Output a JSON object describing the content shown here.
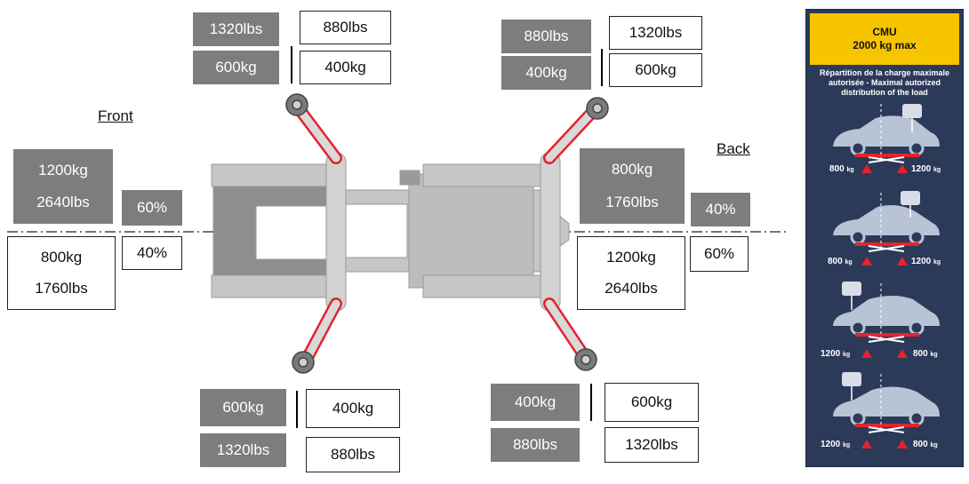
{
  "labels": {
    "front": "Front",
    "back": "Back"
  },
  "top_left": {
    "gray": [
      "1320lbs",
      "600kg"
    ],
    "white": [
      "880lbs",
      "400kg"
    ]
  },
  "top_right": {
    "gray": [
      "880lbs",
      "400kg"
    ],
    "white": [
      "1320lbs",
      "600kg"
    ]
  },
  "bottom_left": {
    "gray": [
      "600kg",
      "1320lbs"
    ],
    "white": [
      "400kg",
      "880lbs"
    ]
  },
  "bottom_right": {
    "gray": [
      "400kg",
      "880lbs"
    ],
    "white": [
      "600kg",
      "1320lbs"
    ]
  },
  "front_side": {
    "upper": {
      "kg": "1200kg",
      "lbs": "2640lbs",
      "pct": "60%"
    },
    "lower": {
      "kg": "800kg",
      "lbs": "1760lbs",
      "pct": "40%"
    }
  },
  "back_side": {
    "upper": {
      "kg": "800kg",
      "lbs": "1760lbs",
      "pct": "40%"
    },
    "lower": {
      "kg": "1200kg",
      "lbs": "2640lbs",
      "pct": "60%"
    }
  },
  "panel": {
    "title": "CMU",
    "capacity": "2000 kg max",
    "description": "Répartition de la charge maximale autorisée - Maximal autorized distribution of the load",
    "unit": "kg",
    "scenarios": [
      {
        "left": "800",
        "right": "1200"
      },
      {
        "left": "800",
        "right": "1200"
      },
      {
        "left": "1200",
        "right": "800"
      },
      {
        "left": "1200",
        "right": "800"
      }
    ]
  },
  "colors": {
    "gray_box": "#7d7d7d",
    "panel_bg": "#2c3a59",
    "panel_header": "#f7c400",
    "arm_red": "#e4232b",
    "lift_gray": "#c8c8c8"
  }
}
